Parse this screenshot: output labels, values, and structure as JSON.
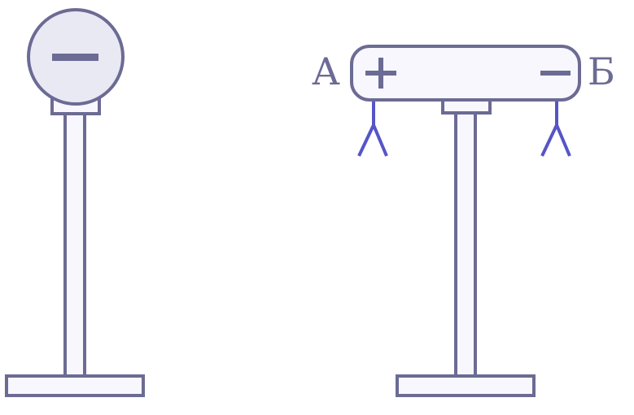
{
  "colors": {
    "outline": "#6b6b94",
    "sphere_fill": "#e9e9f4",
    "rod_fill": "#f7f7fd",
    "leaf": "#5555c8"
  },
  "left_stand": {
    "sphere": {
      "charge": "negative",
      "icon": "minus-sign-icon"
    }
  },
  "right_stand": {
    "conductor": {
      "end_a": {
        "label": "А",
        "charge": "positive",
        "icon": "plus-sign-icon"
      },
      "end_b": {
        "label": "Б",
        "charge": "negative",
        "icon": "minus-sign-icon"
      }
    }
  }
}
